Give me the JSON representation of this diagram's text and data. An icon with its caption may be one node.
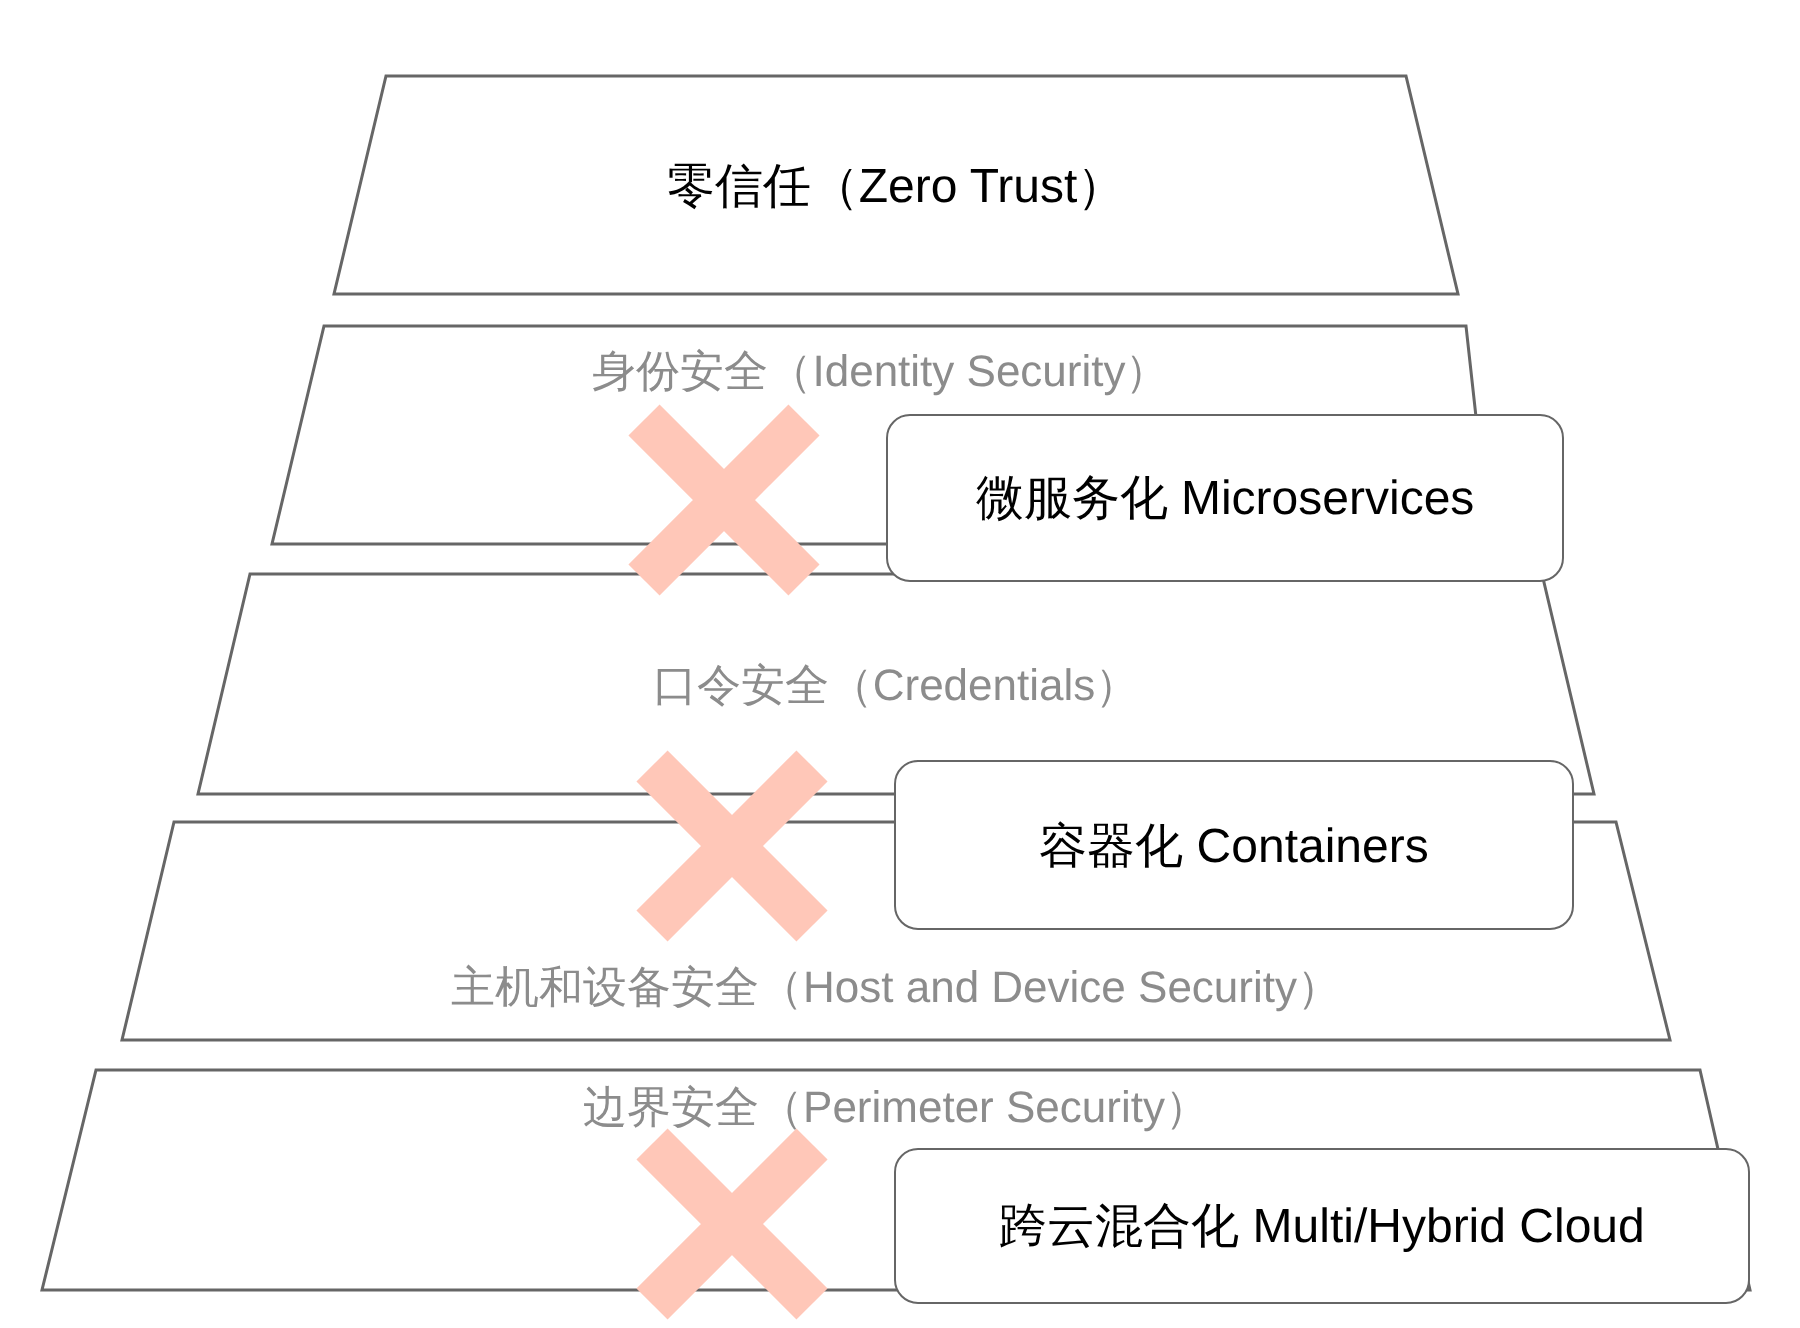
{
  "diagram": {
    "nodes": [
      {
        "text": [
          "零信任（Zero Trust）"
        ]
      },
      {
        "text": [
          "身份安全（Identity Security）"
        ]
      },
      {
        "text": [
          "微服务化 Microservices"
        ]
      },
      {
        "text": [
          "口令安全（Credentials）"
        ]
      },
      {
        "text": [
          "容器化 Containers"
        ]
      },
      {
        "text": [
          "主机和设备安全（Host and Device Security）"
        ]
      },
      {
        "text": [
          "边界安全（Perimeter Security）"
        ]
      },
      {
        "text": [
          "跨云混合化 Multi/Hybrid Cloud"
        ]
      }
    ]
  }
}
